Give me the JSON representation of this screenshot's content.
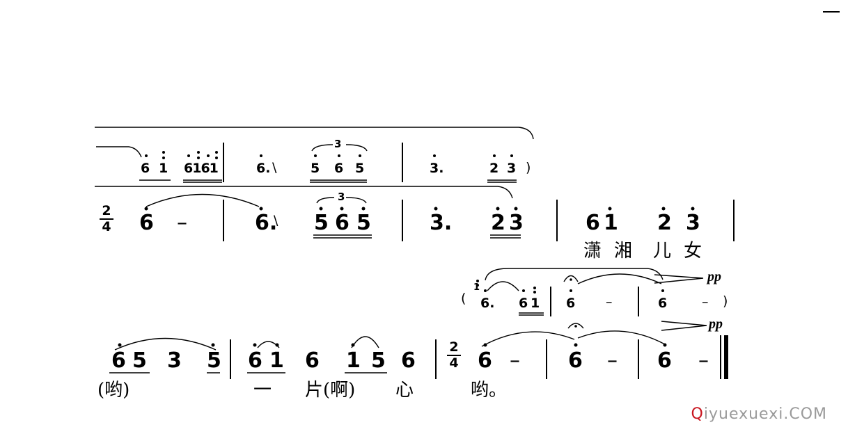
{
  "score": {
    "secondary_top": {
      "m1": [
        "6",
        "1",
        "6161"
      ],
      "m2": [
        "6.",
        "5",
        "6",
        "5"
      ],
      "m2_tuplet": "3",
      "m3": [
        "3.",
        "2",
        "3"
      ]
    },
    "row1": {
      "time_signature": {
        "top": "2",
        "bottom": "4"
      },
      "m1": [
        "6",
        "–"
      ],
      "m2": [
        "6.",
        "5",
        "6",
        "5"
      ],
      "m2_tuplet": "3",
      "m3": [
        "3.",
        "2",
        "3"
      ],
      "m4": [
        "6",
        "1",
        "2",
        "3"
      ],
      "lyrics": [
        "潇",
        "湘",
        "儿",
        "女"
      ]
    },
    "secondary_mid": {
      "grace": "1",
      "m1": [
        "6.",
        "6",
        "1"
      ],
      "m2": [
        "6",
        "–"
      ],
      "m3": [
        "6",
        "–"
      ],
      "dynamic": "pp"
    },
    "row2": {
      "m1": [
        "6",
        "5",
        "3",
        "5"
      ],
      "m2": [
        "6",
        "1",
        "6",
        "1",
        "5",
        "6"
      ],
      "time_signature": {
        "top": "2",
        "bottom": "4"
      },
      "m3": [
        "6",
        "–"
      ],
      "m4": [
        "6",
        "–"
      ],
      "m5": [
        "6",
        "–"
      ],
      "dynamic": "pp",
      "lyric_left": "(哟)",
      "lyrics": [
        "一",
        "片(啊)",
        "心",
        "哟。"
      ]
    }
  },
  "watermark": {
    "prefix": "Q",
    "text": "iyuexuexi.COM"
  }
}
